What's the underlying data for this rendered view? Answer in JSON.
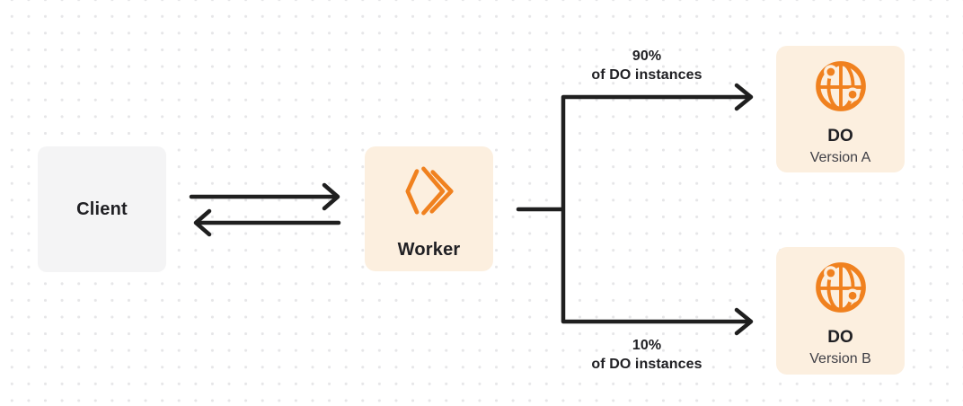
{
  "diagram": {
    "description": "Worker routing traffic between two Durable Object versions"
  },
  "colors": {
    "accent_orange": "#f0811f",
    "box_cream": "#fcefdf",
    "box_gray": "#f4f4f5",
    "connector": "#1f1f1f",
    "text_primary": "#202024",
    "text_secondary": "#3f3f46",
    "dot_grid": "#e6e6e8"
  },
  "nodes": {
    "client": {
      "label": "Client"
    },
    "worker": {
      "label": "Worker",
      "icon": "workers-logo-icon"
    },
    "do_a": {
      "title": "DO",
      "subtitle": "Version A",
      "icon": "globe-icon"
    },
    "do_b": {
      "title": "DO",
      "subtitle": "Version B",
      "icon": "globe-icon"
    }
  },
  "edges": {
    "client_worker": {
      "type": "double-arrow"
    },
    "branch_top": {
      "label_line1": "90%",
      "label_line2": "of DO instances"
    },
    "branch_bottom": {
      "label_line1": "10%",
      "label_line2": "of DO instances"
    }
  }
}
